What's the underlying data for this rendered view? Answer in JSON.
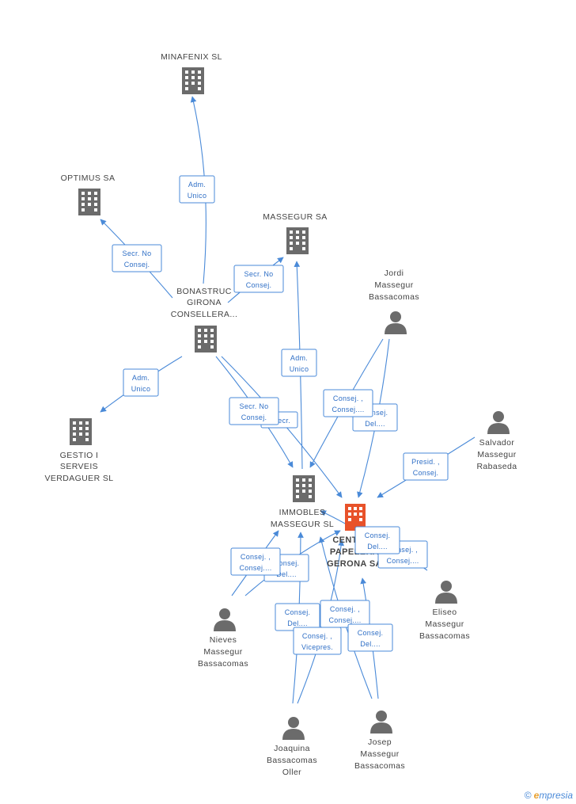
{
  "nodes": [
    {
      "id": "minafenix",
      "type": "company",
      "lines": [
        "MINAFENIX SL"
      ]
    },
    {
      "id": "optimus",
      "type": "company",
      "lines": [
        "OPTIMUS SA"
      ]
    },
    {
      "id": "massegur_sa",
      "type": "company",
      "lines": [
        "MASSEGUR SA"
      ]
    },
    {
      "id": "bonastruc",
      "type": "company",
      "lines": [
        "BONASTRUC",
        "GIRONA",
        "CONSELLERA..."
      ]
    },
    {
      "id": "gestio",
      "type": "company",
      "lines": [
        "GESTIO I",
        "SERVEIS",
        "VERDAGUER SL"
      ]
    },
    {
      "id": "immobles",
      "type": "company",
      "lines": [
        "IMMOBLES",
        "MASSEGUR SL"
      ]
    },
    {
      "id": "central",
      "type": "company-main",
      "lines": [
        "CENTRAL",
        "PAPELERA",
        "GERONA SA"
      ]
    },
    {
      "id": "jordi",
      "type": "person",
      "lines": [
        "Jordi",
        "Massegur",
        "Bassacomas"
      ]
    },
    {
      "id": "salvador",
      "type": "person",
      "lines": [
        "Salvador",
        "Massegur",
        "Rabaseda"
      ]
    },
    {
      "id": "eliseo",
      "type": "person",
      "lines": [
        "Eliseo",
        "Massegur",
        "Bassacomas"
      ]
    },
    {
      "id": "nieves",
      "type": "person",
      "lines": [
        "Nieves",
        "Massegur",
        "Bassacomas"
      ]
    },
    {
      "id": "joaquina",
      "type": "person",
      "lines": [
        "Joaquina",
        "Bassacomas",
        "Oller"
      ]
    },
    {
      "id": "josep",
      "type": "person",
      "lines": [
        "Josep",
        "Massegur",
        "Bassacomas"
      ]
    }
  ],
  "edge_labels": [
    {
      "id": "adm-minafenix",
      "lines": [
        "Adm.",
        "Unico"
      ]
    },
    {
      "id": "secr-optimus",
      "lines": [
        "Secr. No",
        "Consej."
      ]
    },
    {
      "id": "secr-massegur",
      "lines": [
        "Secr. No",
        "Consej."
      ]
    },
    {
      "id": "adm-gestio",
      "lines": [
        "Adm.",
        "Unico"
      ]
    },
    {
      "id": "adm-immobles",
      "lines": [
        "Adm.",
        "Unico"
      ]
    },
    {
      "id": "secr-bon-central",
      "lines": [
        "Secr."
      ]
    },
    {
      "id": "secr-bon-immobles",
      "lines": [
        "Secr. No",
        "Consej."
      ]
    },
    {
      "id": "jordi-consej-del",
      "lines": [
        "Consej.",
        "Del...."
      ]
    },
    {
      "id": "jordi-consej",
      "lines": [
        "Consej. ,",
        "Consej...."
      ]
    },
    {
      "id": "salvador-presid",
      "lines": [
        "Presid. ,",
        "Consej."
      ]
    },
    {
      "id": "central-consej2",
      "lines": [
        "Consej. ,",
        "Consej...."
      ]
    },
    {
      "id": "central-consej-del",
      "lines": [
        "Consej.",
        "Del...."
      ]
    },
    {
      "id": "nieves-consej-del",
      "lines": [
        "Consej.",
        "Del...."
      ]
    },
    {
      "id": "nieves-consej",
      "lines": [
        "Consej. ,",
        "Consej...."
      ]
    },
    {
      "id": "joaquina-consej-del",
      "lines": [
        "Consej.",
        "Del...."
      ]
    },
    {
      "id": "joaquina-vicepres",
      "lines": [
        "Consej. ,",
        "Vicepres."
      ]
    },
    {
      "id": "josep-consej",
      "lines": [
        "Consej. ,",
        "Consej...."
      ]
    },
    {
      "id": "josep-consej-del",
      "lines": [
        "Consej.",
        "Del...."
      ]
    }
  ],
  "footer": {
    "copyright": "©",
    "brand_initial": "e",
    "brand_rest": "mpresia"
  }
}
